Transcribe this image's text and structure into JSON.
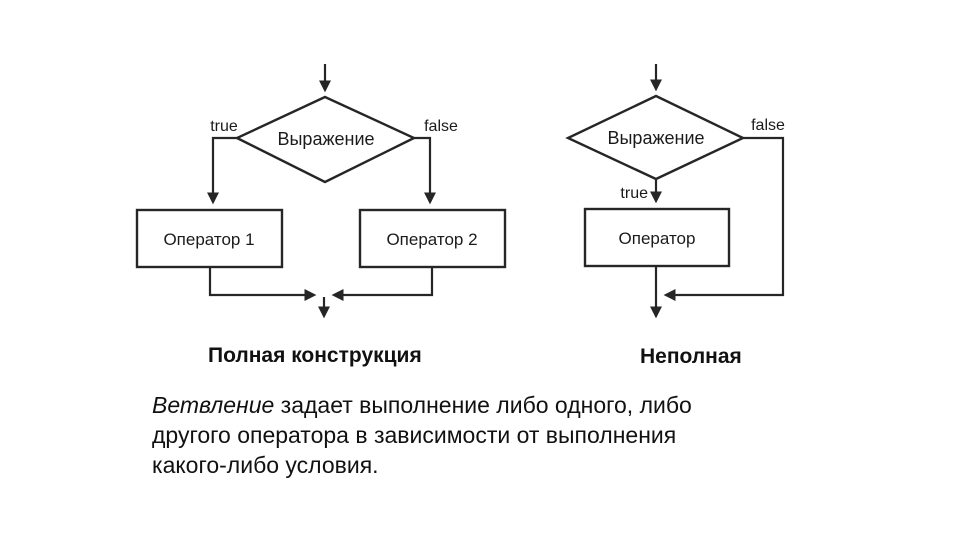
{
  "slide": {
    "background": "#ffffff"
  },
  "colors": {
    "line": "#262626",
    "label": "#1b1b1b",
    "caption": "#111111",
    "body_text": "#111111"
  },
  "full_construction": {
    "caption": "Полная конструкция",
    "condition_label": "Выражение",
    "true_label": "true",
    "false_label": "false",
    "operator1_label": "Оператор 1",
    "operator2_label": "Оператор 2"
  },
  "incomplete_construction": {
    "caption": "Неполная",
    "condition_label": "Выражение",
    "true_label": "true",
    "false_label": "false",
    "operator_label": "Оператор"
  },
  "description": {
    "lead_italic": "Ветвление",
    "line1_rest": " задает выполнение либо одного, либо",
    "line2": "другого оператора в зависимости от выполнения",
    "line3": "какого-либо условия."
  }
}
